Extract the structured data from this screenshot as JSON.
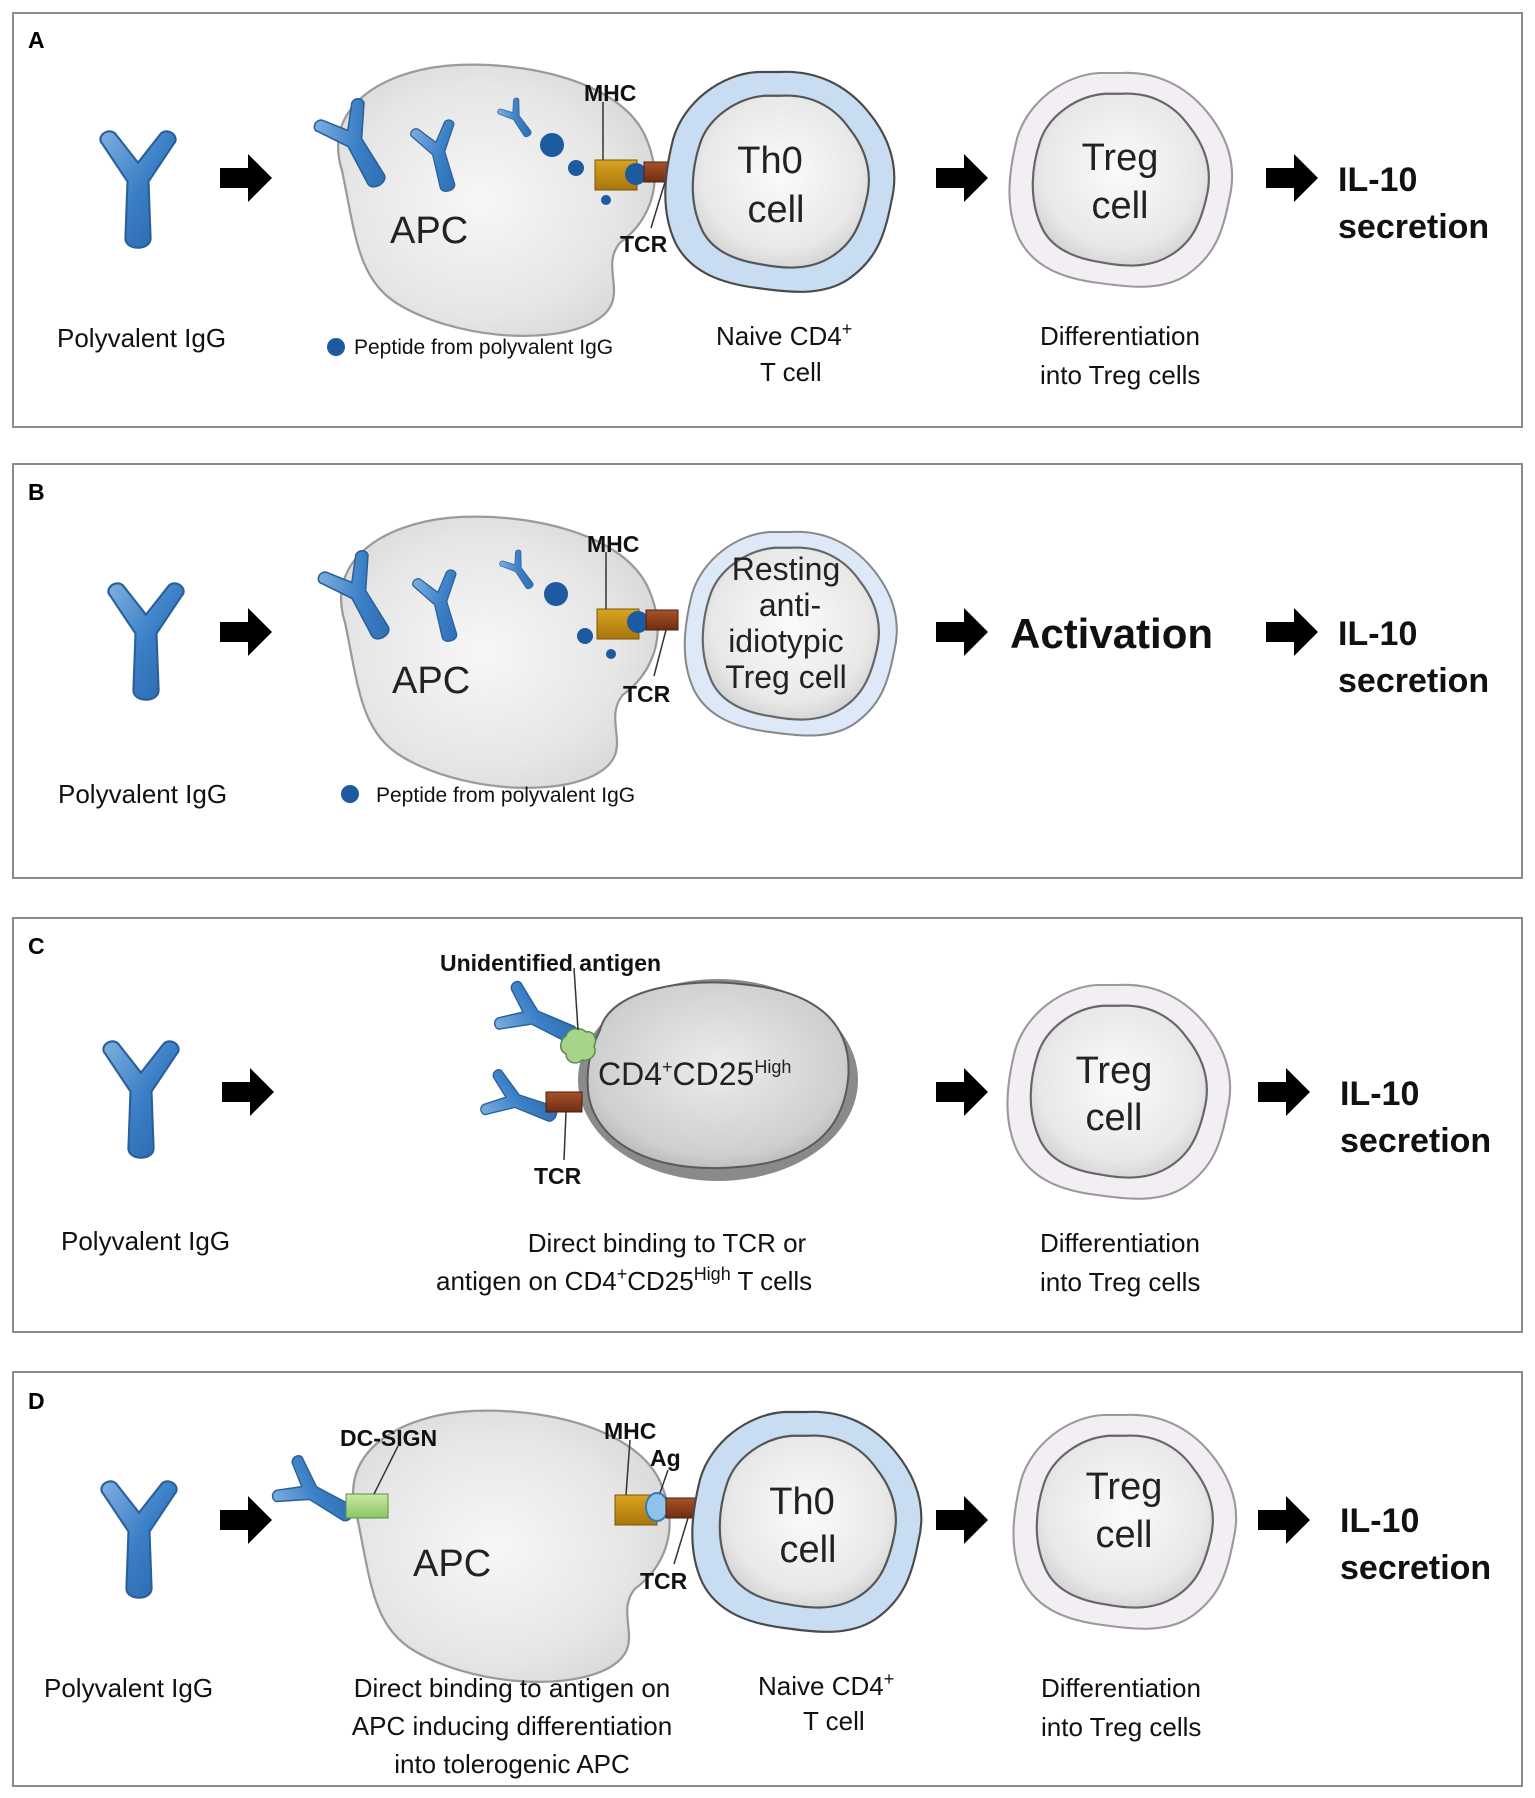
{
  "panels": {
    "a": {
      "letter": "A",
      "igg_label": "Polyvalent IgG",
      "apc_label": "APC",
      "mhc_label": "MHC",
      "tcr_label": "TCR",
      "peptide_label": "Peptide from polyvalent IgG",
      "th0_line1": "Th0",
      "th0_line2": "cell",
      "naive_line1": "Naive CD4",
      "naive_sup": "+",
      "naive_line2": "T cell",
      "treg_line1": "Treg",
      "treg_line2": "cell",
      "diff_line1": "Differentiation",
      "diff_line2": "into Treg cells",
      "il10_line1": "IL-10",
      "il10_line2": "secretion"
    },
    "b": {
      "letter": "B",
      "igg_label": "Polyvalent IgG",
      "apc_label": "APC",
      "mhc_label": "MHC",
      "tcr_label": "TCR",
      "peptide_label": "Peptide from polyvalent IgG",
      "resting_line1": "Resting",
      "resting_line2": "anti-",
      "resting_line3": "idiotypic",
      "resting_line4": "Treg cell",
      "activation": "Activation",
      "il10_line1": "IL-10",
      "il10_line2": "secretion"
    },
    "c": {
      "letter": "C",
      "igg_label": "Polyvalent IgG",
      "antigen_label": "Unidentified antigen",
      "tcr_label": "TCR",
      "cd_main": "CD4",
      "cd_sup1": "+",
      "cd_mid": "CD25",
      "cd_sup2": "High",
      "direct_line1": "Direct binding to TCR or",
      "direct_line2_a": "antigen on CD4",
      "direct_line2_sup1": "+",
      "direct_line2_b": "CD25",
      "direct_line2_sup2": "High",
      "direct_line2_c": " T cells",
      "treg_line1": "Treg",
      "treg_line2": "cell",
      "diff_line1": "Differentiation",
      "diff_line2": "into Treg cells",
      "il10_line1": "IL-10",
      "il10_line2": "secretion"
    },
    "d": {
      "letter": "D",
      "igg_label": "Polyvalent IgG",
      "dcsign_label": "DC-SIGN",
      "apc_label": "APC",
      "mhc_label": "MHC",
      "ag_label": "Ag",
      "tcr_label": "TCR",
      "th0_line1": "Th0",
      "th0_line2": "cell",
      "naive_line1": "Naive CD4",
      "naive_sup": "+",
      "naive_line2": "T cell",
      "direct_line1": "Direct binding to antigen on",
      "direct_line2": "APC inducing differentiation",
      "direct_line3": "into tolerogenic APC",
      "treg_line1": "Treg",
      "treg_line2": "cell",
      "diff_line1": "Differentiation",
      "diff_line2": "into Treg cells",
      "il10_line1": "IL-10",
      "il10_line2": "secretion"
    }
  }
}
